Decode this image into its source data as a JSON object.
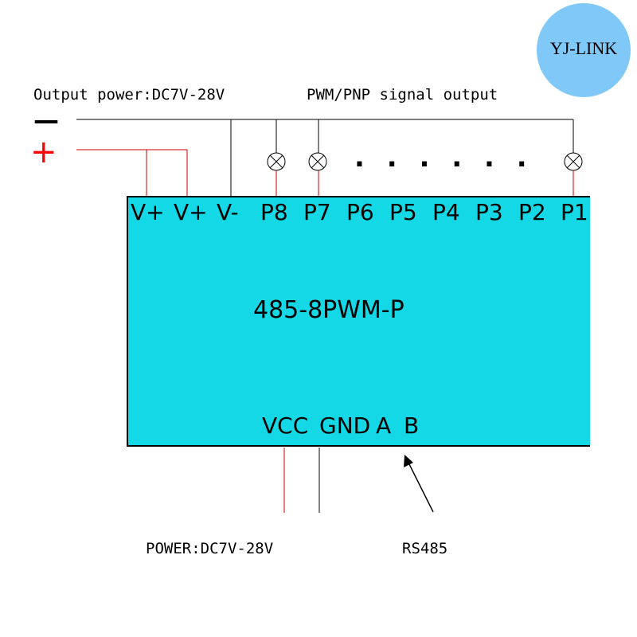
{
  "logo": {
    "text": "YJ-LINK",
    "color": "#80c8f8"
  },
  "labels": {
    "output_power": "Output power:DC7V-28V",
    "signal_output": "PWM/PNP signal output",
    "minus_sign": "—",
    "plus_sign": "+",
    "module_name": "485-8PWM-P",
    "power_input": "POWER:DC7V-28V",
    "rs485": "RS485",
    "dots": ". . . . . ."
  },
  "pins_top": [
    "V+",
    "V+",
    "V-",
    "P8",
    "P7",
    "P6",
    "P5",
    "P4",
    "P3",
    "P2",
    "P1"
  ],
  "pins_bottom": [
    "VCC",
    "GND",
    "A",
    "B"
  ],
  "colors": {
    "module": "#14d8e6",
    "positive_wire": "#cc0000",
    "wire": "#000000",
    "minus": "#000000",
    "plus": "#ff0000"
  },
  "icons": {
    "lamp": "lamp-x-icon",
    "arrow": "arrow-icon"
  }
}
